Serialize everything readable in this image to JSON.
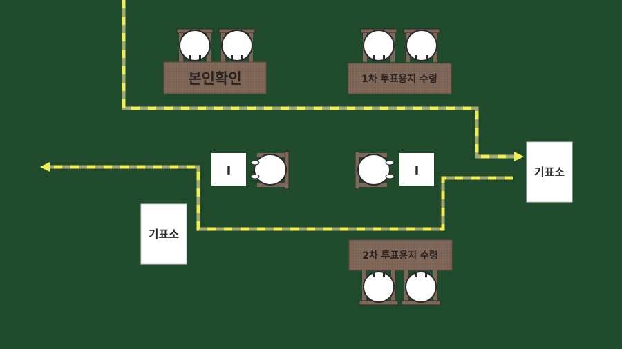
{
  "colors": {
    "background": "#1f4a2b",
    "route_dash_a": "#f2ec55",
    "route_dash_b": "#a3a873",
    "desk_fill": "#7e6658",
    "desk_text": "#2b2220",
    "chair": "#7e6658",
    "person_fill": "#ffffff",
    "person_stroke": "#2b2b2b",
    "booth_fill": "#ffffff",
    "booth_text": "#2b2b2b"
  },
  "desks": {
    "identity_check": "본인확인",
    "first_ballot": "1차 투표용지 수령",
    "second_ballot": "2차 투표용지 수령"
  },
  "booths": {
    "right": "기표소",
    "left": "기표소"
  },
  "ballot_boxes": {
    "right": "I",
    "left": "I"
  }
}
